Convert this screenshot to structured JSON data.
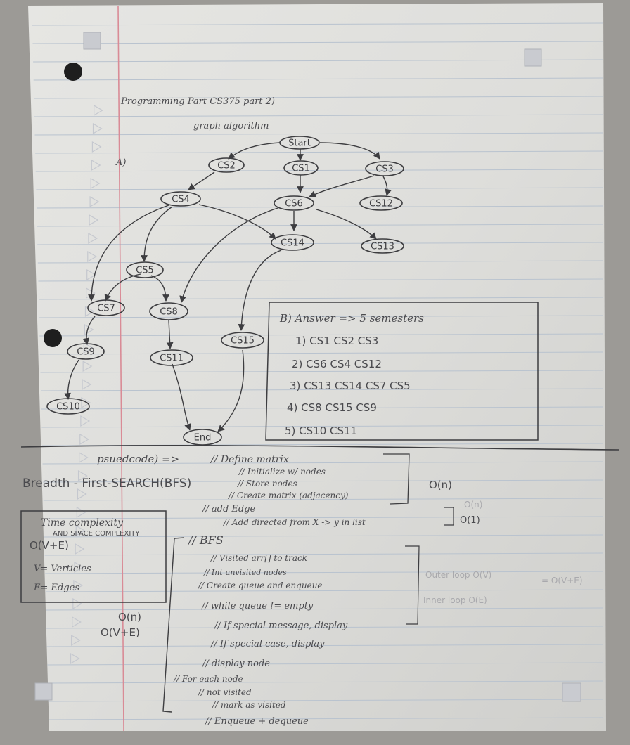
{
  "header": {
    "line1": "Programming Part   CS375   part 2)",
    "line2": "graph algorithm"
  },
  "part_a_label": "A)",
  "graph": {
    "nodes": {
      "start": "Start",
      "cs1": "CS1",
      "cs2": "CS2",
      "cs3": "CS3",
      "cs4": "CS4",
      "cs5": "CS5",
      "cs6": "CS6",
      "cs7": "CS7",
      "cs8": "CS8",
      "cs9": "CS9",
      "cs10": "CS10",
      "cs11": "CS11",
      "cs12": "CS12",
      "cs13": "CS13",
      "cs14": "CS14",
      "cs15": "CS15",
      "end": "End"
    }
  },
  "answer_box": {
    "title": "B) Answer => 5 semesters",
    "lines": [
      "1) CS1  CS2  CS3",
      "2) CS6  CS4  CS12",
      "3) CS13  CS14  CS7  CS5",
      "4) CS8  CS15  CS9",
      "5) CS10  CS11"
    ]
  },
  "pseudocode": {
    "label": "psuedcode) =>",
    "title": "Breadth - First-SEARCH(BFS)",
    "matrix_lines": [
      "// Define matrix",
      "// Initialize w/ nodes",
      "// Store nodes",
      "// Create matrix (adjacency)",
      "// add Edge",
      "// Add directed from X -> y in list"
    ],
    "matrix_complexity": "O(n)",
    "edge_complexity_pale": "O(n)",
    "edge_complexity": "O(1)",
    "bfs_header": "// BFS",
    "bfs_lines": [
      "// Visited arr[] to track",
      "// Int unvisited nodes",
      "// Create queue and enqueue",
      "// while queue != empty",
      "// If special message, display",
      "// If special case, display",
      "// display node",
      "// For each node",
      "// not visited",
      "// mark as visited",
      "// Enqueue + dequeue"
    ],
    "outer_loop": "Outer loop  O(V)",
    "inner_loop": "Inner loop  O(E)",
    "total": "= O(V+E)"
  },
  "complexity_box": {
    "line1": "Time complexity",
    "line2": "AND SPACE COMPLEXITY",
    "value": "O(V+E)",
    "v_def": "V= Verticies",
    "e_def": "E= Edges"
  },
  "bottom_left": {
    "line1": "O(n)",
    "line2": "O(V+E)"
  }
}
